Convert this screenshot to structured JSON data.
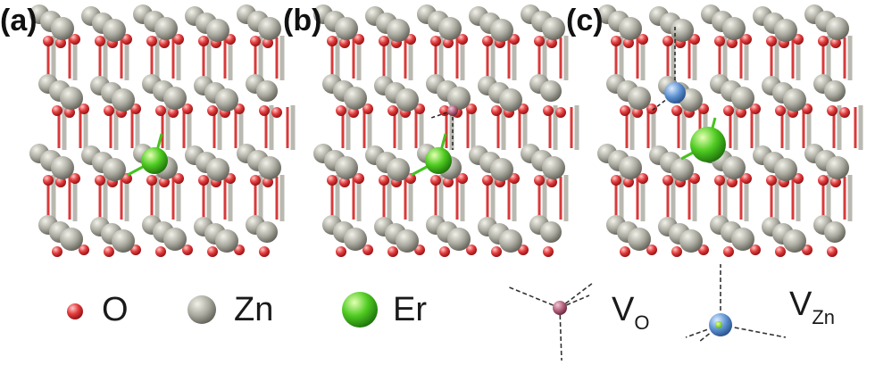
{
  "panels": [
    {
      "label": "(a)",
      "defect": "Er"
    },
    {
      "label": "(b)",
      "defect": "Er+VO"
    },
    {
      "label": "(c)",
      "defect": "Er+VZn"
    }
  ],
  "legend": {
    "o": "O",
    "zn": "Zn",
    "er": "Er",
    "vo_main": "V",
    "vo_sub": "O",
    "vzn_main": "V",
    "vzn_sub": "Zn"
  },
  "colors": {
    "oxygen": "#e0343a",
    "zinc": "#9a9a90",
    "erbium": "#45c21f",
    "oxygen_vacancy": "#b0607a",
    "zinc_vacancy": "#5b8fd0",
    "bond": "#b8b8b0"
  }
}
